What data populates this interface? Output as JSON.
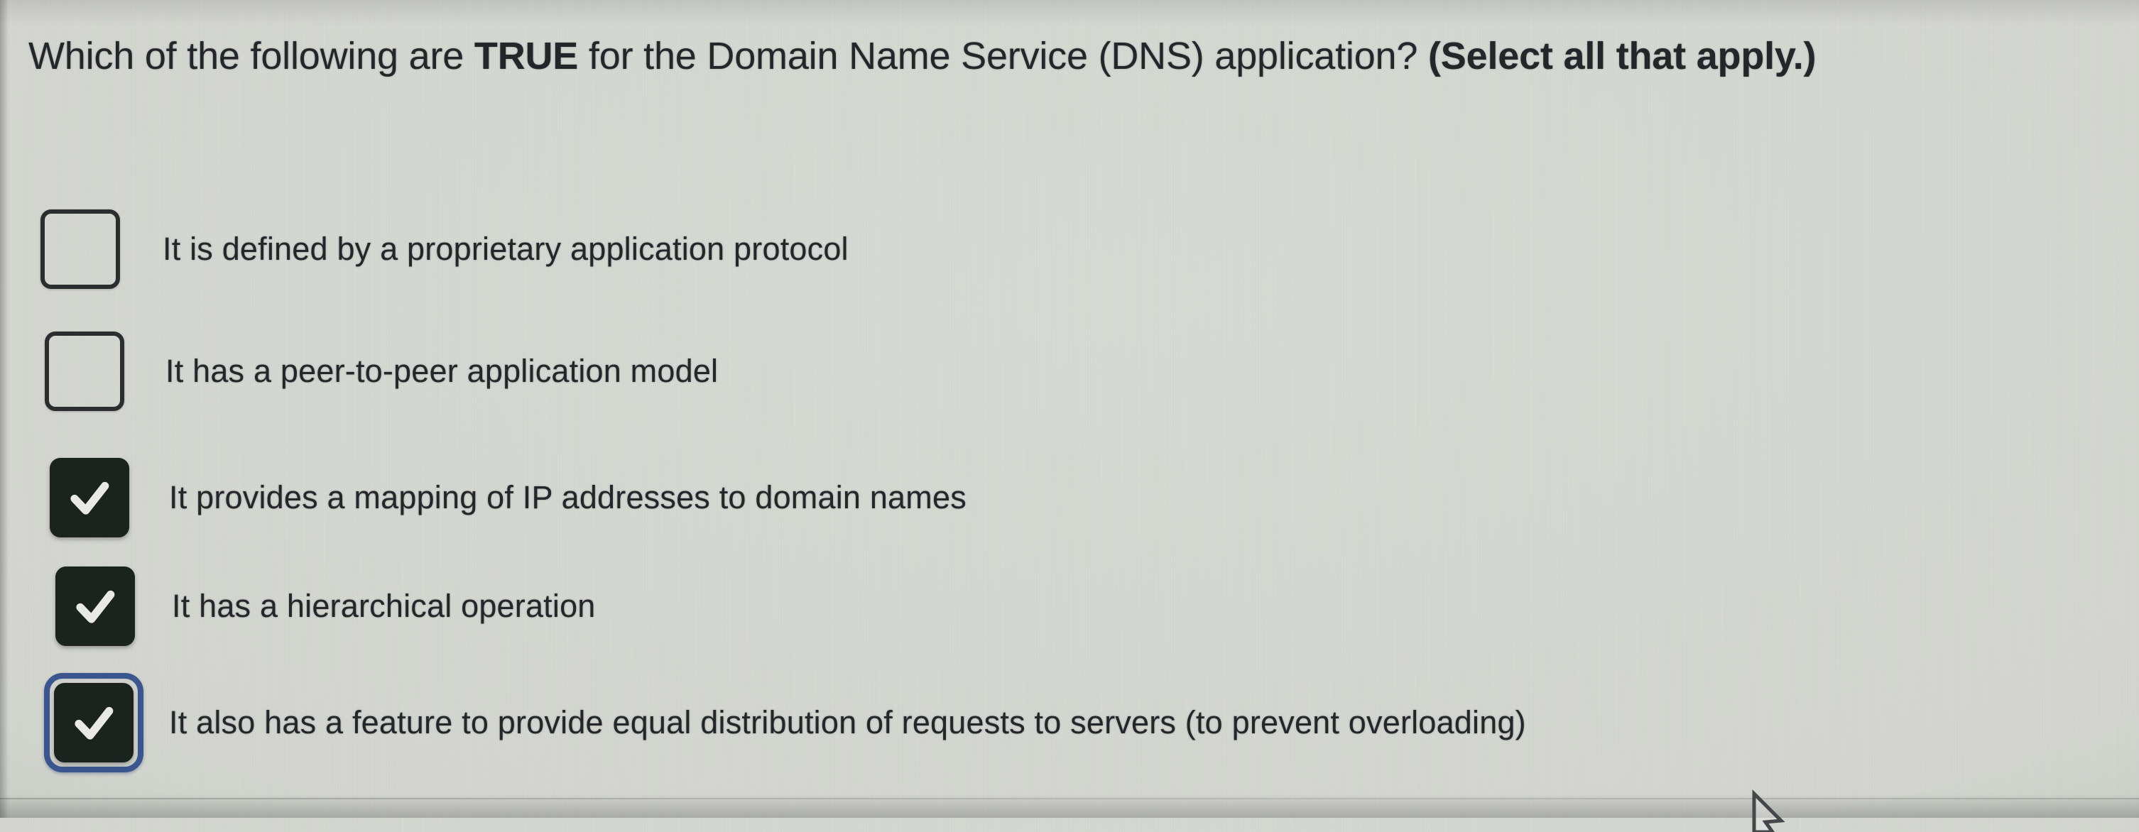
{
  "question": {
    "part1": "Which of the following are ",
    "emphasis1": "TRUE",
    "part2": " for the Domain Name Service (DNS) application? ",
    "emphasis2": "(Select all that apply.)"
  },
  "options": [
    {
      "label": "It is defined by a proprietary application protocol",
      "checked": false,
      "focused": false
    },
    {
      "label": "It has a peer-to-peer application model",
      "checked": false,
      "focused": false
    },
    {
      "label": "It provides a mapping of IP addresses to domain names",
      "checked": true,
      "focused": false
    },
    {
      "label": "It has a hierarchical operation",
      "checked": true,
      "focused": false
    },
    {
      "label": "It also has a feature to provide equal distribution of requests to servers (to prevent overloading)",
      "checked": true,
      "focused": true
    }
  ],
  "icons": {
    "checkmark": "checkmark-icon",
    "cursor": "cursor-arrow-icon"
  },
  "colors": {
    "background": "#d3d5cf",
    "text": "#24272a",
    "checkbox_border": "#2b2d2e",
    "checkbox_checked_fill": "#1a231d",
    "checkmark": "#e9eae6",
    "focus_ring": "#3b568e",
    "cursor_outline": "#45484a"
  }
}
